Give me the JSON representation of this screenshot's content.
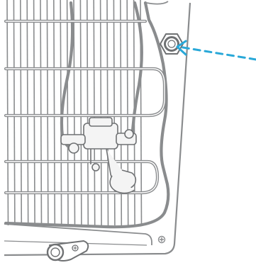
{
  "diagram": {
    "subject": "refrigerator-rear-condenser",
    "colors": {
      "background": "#ffffff",
      "line": "#8a8c8e",
      "line_dark": "#6f7173",
      "fill_light": "#f4f4f4",
      "callout": "#29a8d8"
    },
    "callout": {
      "style": "dashed-arrow",
      "points_to": "leveling-nut"
    }
  }
}
